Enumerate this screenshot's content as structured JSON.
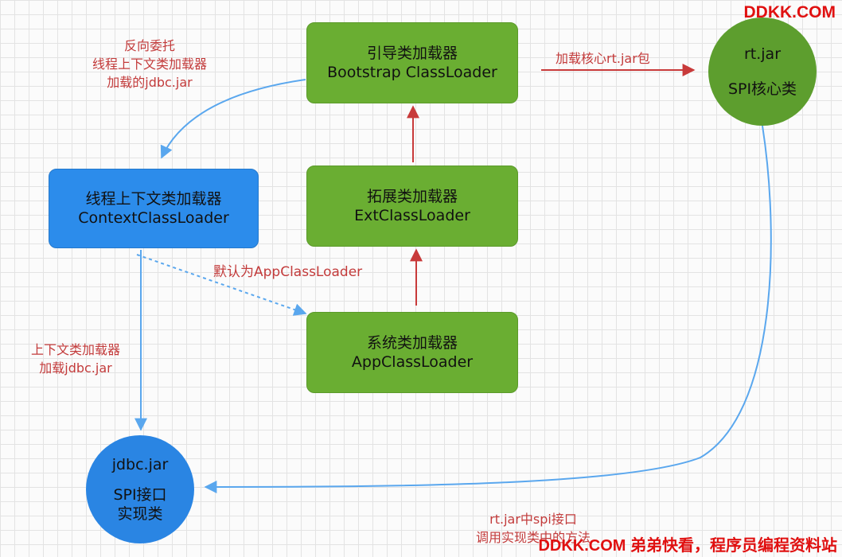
{
  "nodes": {
    "bootstrap": {
      "line1": "引导类加载器",
      "line2": "Bootstrap ClassLoader"
    },
    "ext": {
      "line1": "拓展类加载器",
      "line2": "ExtClassLoader"
    },
    "app": {
      "line1": "系统类加载器",
      "line2": "AppClassLoader"
    },
    "context": {
      "line1": "线程上下文类加载器",
      "line2": "ContextClassLoader"
    },
    "rtjar": {
      "line1": "rt.jar",
      "line2": "SPI核心类"
    },
    "jdbc": {
      "line1": "jdbc.jar",
      "line2": "SPI接口",
      "line3": "实现类"
    }
  },
  "labels": {
    "reverse": [
      "反向委托",
      "线程上下文类加载器",
      "加载的jdbc.jar"
    ],
    "load_core": "加载核心rt.jar包",
    "default_app": "默认为AppClassLoader",
    "context_loads": [
      "上下文类加载器",
      "加载jdbc.jar"
    ],
    "rt_spi": [
      "rt.jar中spi接口",
      "调用实现类中的方法"
    ]
  },
  "watermark": {
    "top": "DDKK.COM",
    "bottom": "DDKK.COM 弟弟快看，程序员编程资料站"
  },
  "colors": {
    "green": "#6aae32",
    "blue": "#2c8ceb",
    "red_arrow": "#c83a3a",
    "blue_arrow": "#5aa7ee",
    "watermark": "#e01010"
  }
}
